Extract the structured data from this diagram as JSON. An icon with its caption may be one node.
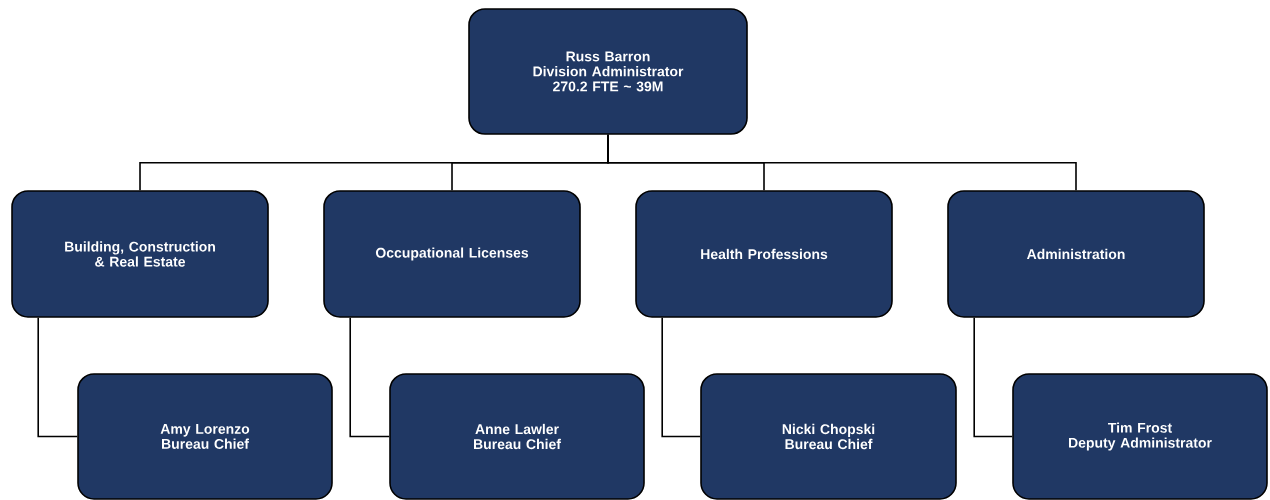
{
  "diagram": {
    "nodes": [
      {
        "text": [
          "Russ Barron",
          "Division Administrator",
          "270.2 FTE ~ 39M"
        ]
      },
      {
        "text": [
          "Building, Construction & Real Estate"
        ]
      },
      {
        "text": [
          "Occupational Licenses"
        ]
      },
      {
        "text": [
          "Health Professions"
        ]
      },
      {
        "text": [
          "Administration"
        ]
      },
      {
        "text": [
          "Amy Lorenzo",
          "Bureau Chief"
        ]
      },
      {
        "text": [
          "Anne Lawler",
          "Bureau Chief"
        ]
      },
      {
        "text": [
          "Nicki Chopski",
          "Bureau Chief"
        ]
      },
      {
        "text": [
          "Tim Frost",
          "Deputy Administrator"
        ]
      }
    ],
    "edges": [
      {
        "from": 0,
        "to": 1,
        "arrow": "none"
      },
      {
        "from": 0,
        "to": 2,
        "arrow": "none"
      },
      {
        "from": 0,
        "to": 3,
        "arrow": "none"
      },
      {
        "from": 0,
        "to": 4,
        "arrow": "none"
      },
      {
        "from": 1,
        "to": 5,
        "arrow": "none"
      },
      {
        "from": 2,
        "to": 6,
        "arrow": "none"
      },
      {
        "from": 3,
        "to": 7,
        "arrow": "none"
      },
      {
        "from": 4,
        "to": 8,
        "arrow": "none"
      }
    ]
  }
}
